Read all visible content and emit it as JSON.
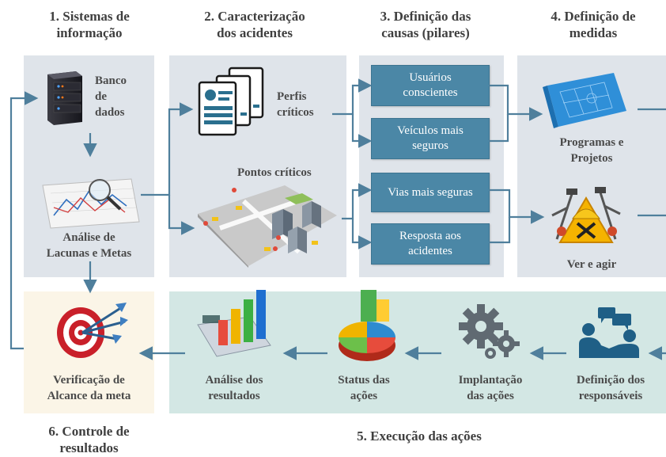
{
  "columns": {
    "c1": "1. Sistemas de\ninformação",
    "c2": "2. Caracterização\ndos acidentes",
    "c3": "3. Definição das\ncausas (pilares)",
    "c4": "4. Definição de\nmedidas",
    "c5": "5. Execução das ações",
    "c6": "6. Controle de\nresultados"
  },
  "info_systems": {
    "database": "Banco\nde\ndados",
    "gap_analysis": "Análise de\nLacunas e Metas"
  },
  "characterization": {
    "critical_profiles": "Perfis\ncríticos",
    "critical_points": "Pontos críticos"
  },
  "pillars": [
    "Usuários\nconscientes",
    "Veículos mais\nseguros",
    "Vias mais seguras",
    "Resposta aos\nacidentes"
  ],
  "measures": {
    "programs": "Programas e\nProjetos",
    "see_and_act": "Ver e agir"
  },
  "execution": [
    "Definição dos\nresponsáveis",
    "Implantação\ndas ações",
    "Status das\nações",
    "Análise dos\nresultados"
  ],
  "control": {
    "verification": "Verificação de\nAlcance da meta"
  },
  "icons": [
    "server-icon",
    "gap-chart-icon",
    "profile-cards-icon",
    "city-map-icon",
    "blueprint-icon",
    "tools-icon",
    "target-icon",
    "bar-chart-icon",
    "pie-chart-icon",
    "gears-icon",
    "meeting-icon"
  ],
  "colors": {
    "panel": "#dfe4ea",
    "execution_panel": "#d3e7e4",
    "pillar": "#4b87a6",
    "arrow": "#4f7f9c"
  }
}
